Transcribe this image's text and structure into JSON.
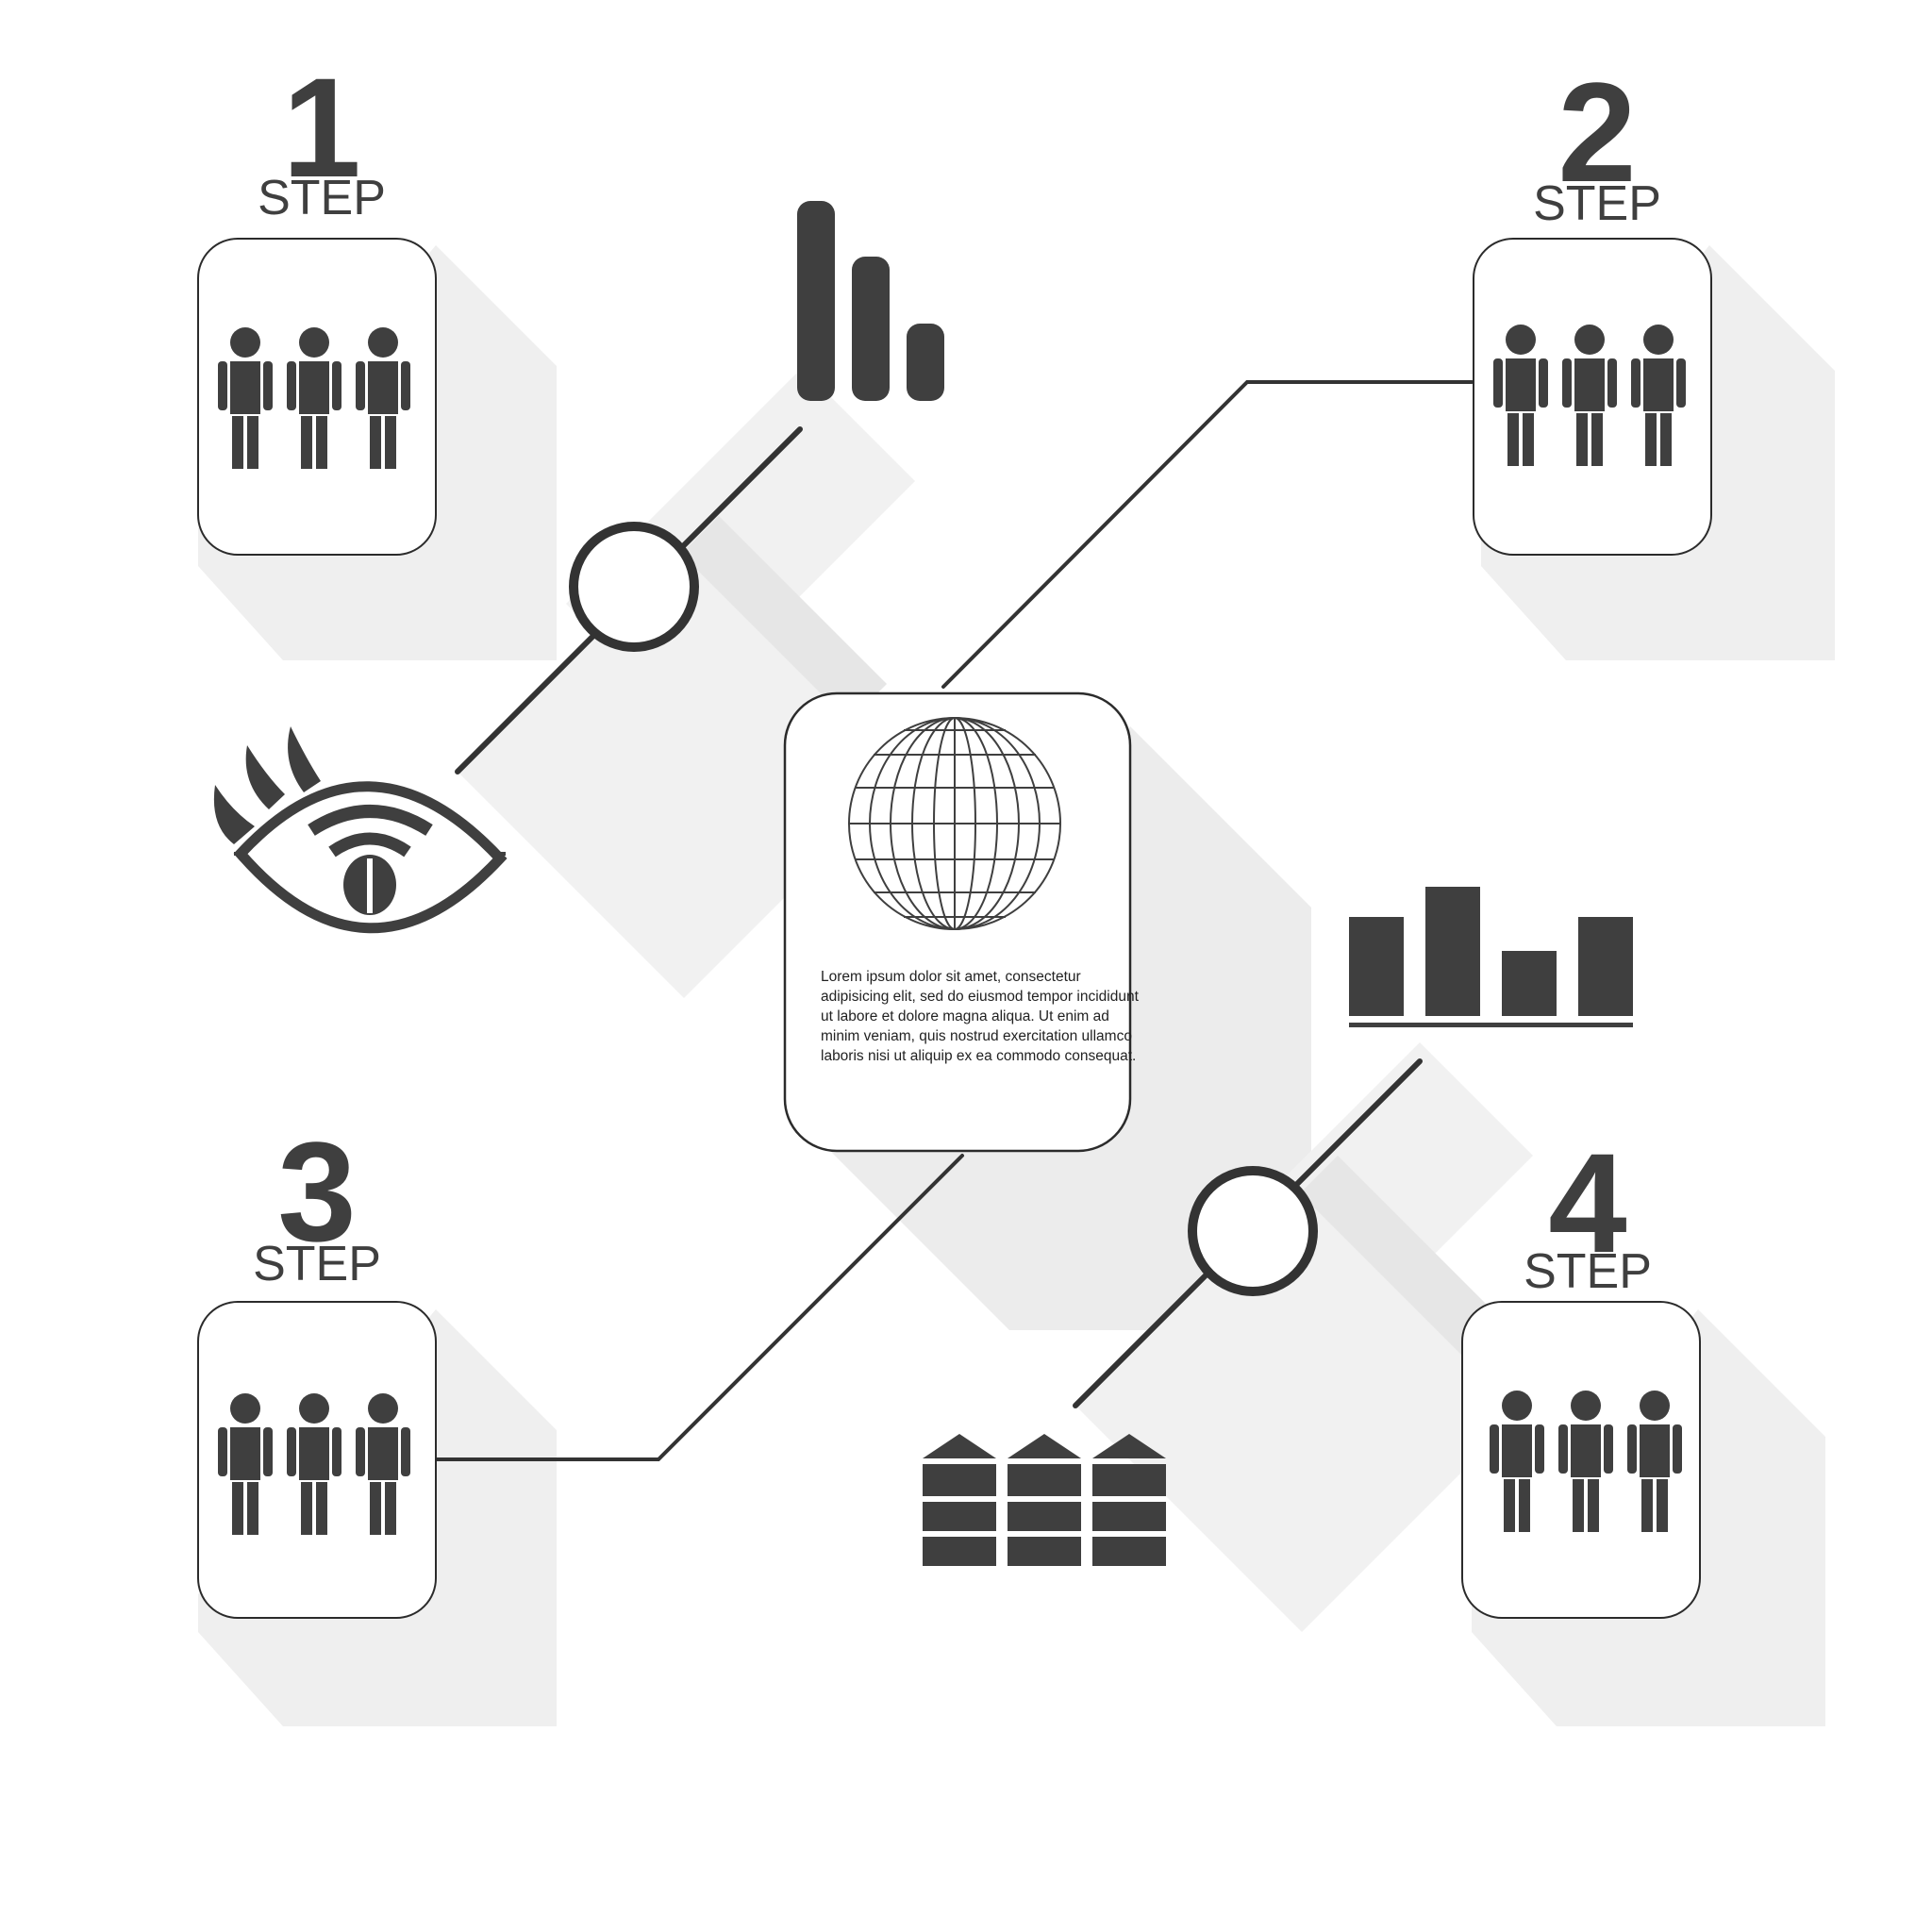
{
  "colors": {
    "ink": "#3f3f3f",
    "card_fill": "#ffffff",
    "card_stroke": "#2b2b2b",
    "shadow": "#e9e9e9",
    "background": "#ffffff"
  },
  "steps": [
    {
      "number": "1",
      "label": "STEP",
      "icon": "people-group-icon"
    },
    {
      "number": "2",
      "label": "STEP",
      "icon": "people-group-icon"
    },
    {
      "number": "3",
      "label": "STEP",
      "icon": "people-group-icon"
    },
    {
      "number": "4",
      "label": "STEP",
      "icon": "people-group-icon"
    }
  ],
  "center_card": {
    "icon": "globe-icon",
    "text": "Lorem ipsum dolor sit amet, consectetur adipisicing elit, sed do eiusmod tempor incididunt ut labore et dolore magna aliqua. Ut enim ad minim veniam, quis nostrud exercitation ullamco laboris nisi ut aliquip ex ea commodo consequat."
  },
  "decor_icons": [
    "bar-chart-icon",
    "eye-icon",
    "column-chart-icon",
    "houses-icon"
  ]
}
